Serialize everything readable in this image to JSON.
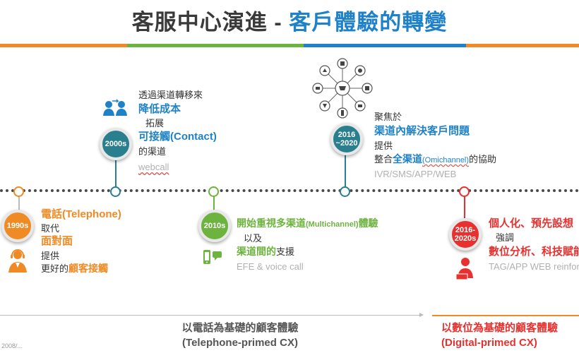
{
  "title": {
    "main": "客服中心演進",
    "sep": "-",
    "accent": "客戶體驗的轉變"
  },
  "colors": {
    "orange": "#f08a24",
    "blue": "#1f82c8",
    "teal": "#2a7f8f",
    "green": "#6db33f",
    "red": "#e8312f",
    "text": "#333333"
  },
  "e1990": {
    "badge": "1990s",
    "l1": "電話(Telephone)",
    "l2": "取代",
    "l3": "面對面",
    "l4": "提供",
    "l5_pre": "更好的",
    "l5_bold": "顧客接觸",
    "icon": "call-center-agent-icon"
  },
  "e2000": {
    "badge": "2000s",
    "l1": "透過渠道轉移來",
    "l2": "降低成本",
    "l3": "拓展",
    "l4": "可接觸(Contact)",
    "l5": "的渠道",
    "l6": "webcall",
    "icon": "people-transfer-icon"
  },
  "e2010": {
    "badge": "2010s",
    "l1_bold": "開始重視多渠道",
    "l1_small": "(Multichannel)",
    "l1_end": "體驗",
    "l2": "以及",
    "l3_bold": "渠道間的",
    "l3_rest": "支援",
    "l4": "EFE & voice call",
    "icon": "mobile-phone-chat-icon"
  },
  "e2016": {
    "badge_line1": "2016",
    "badge_line2": "~2020",
    "l1": "聚焦於",
    "l2": "渠道內解決客戶問題",
    "l3": "提供",
    "l4_pre": "整合",
    "l4_bold": "全渠道",
    "l4_eng": "(Omichannel)",
    "l4_end": "的協助",
    "l5": "IVR/SMS/APP/WEB",
    "icon": "omnichannel-hub-icon"
  },
  "e2020": {
    "badge_line1": "2016-",
    "badge_line2": "2020s",
    "l1": "個人化、預先設想",
    "l2": "強調",
    "l3": "數位分析、科技賦能",
    "l4": "TAG/APP WEB reinforce",
    "icon": "user-laptop-icon"
  },
  "bottom": {
    "left_line1": "以電話為基礎的顧客體驗",
    "left_line2": "(Telephone-primed CX)",
    "right_line1": "以數位為基礎的顧客體驗",
    "right_line2": "(Digital-primed CX)"
  },
  "footnote": "2008/..."
}
